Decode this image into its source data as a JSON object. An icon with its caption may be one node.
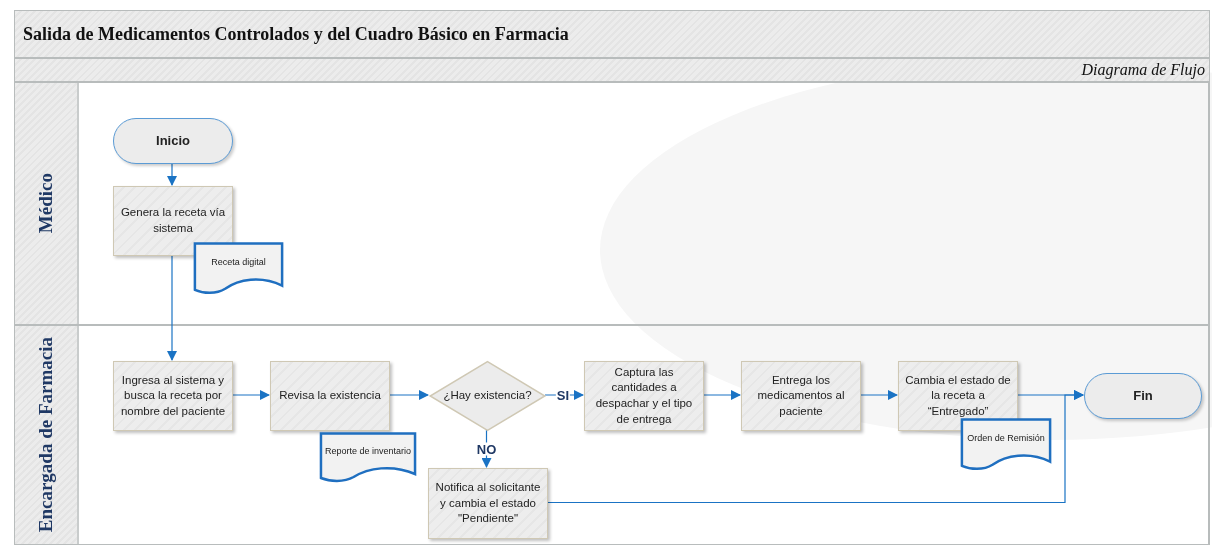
{
  "diagram": {
    "title": "Salida de Medicamentos Controlados y del Cuadro Básico en Farmacia",
    "nodes": [
      {
        "text": [
          "Médico"
        ]
      },
      {
        "text": [
          "Inicio"
        ],
        "in": 0
      },
      {
        "text": [
          "Genera la receta vía sistema"
        ],
        "in": 0
      },
      {
        "text": [
          "Receta digital"
        ],
        "in": 0
      },
      {
        "text": [
          "Encargada de Farmacia"
        ]
      },
      {
        "text": [
          "Ingresa al sistema y busca la receta por nombre del paciente"
        ],
        "in": 4
      },
      {
        "text": [
          "Revisa la existencia"
        ],
        "in": 4
      },
      {
        "text": [
          "Reporte de inventario"
        ],
        "in": 4
      },
      {
        "text": [
          "¿Hay existencia?"
        ],
        "in": 4
      },
      {
        "text": [
          "Captura las cantidades a despachar y el tipo de entrega"
        ],
        "in": 4
      },
      {
        "text": [
          "Entrega los medicamentos al paciente"
        ],
        "in": 4
      },
      {
        "text": [
          "Cambia el estado de la receta a “Entregado”"
        ],
        "in": 4
      },
      {
        "text": [
          "Orden de Remisión"
        ],
        "in": 4
      },
      {
        "text": [
          "Fin"
        ],
        "in": 4
      },
      {
        "text": [
          "Notifica al solicitante y cambia el estado \"Pendiente\""
        ],
        "in": 4
      }
    ],
    "edges": [
      {
        "from": 1,
        "to": 2,
        "arrow": "to"
      },
      {
        "from": 2,
        "to": 5,
        "arrow": "to"
      },
      {
        "from": 5,
        "to": 6,
        "arrow": "to"
      },
      {
        "from": 6,
        "to": 8,
        "arrow": "to"
      },
      {
        "from": 8,
        "to": 9,
        "arrow": "to",
        "label": "SI"
      },
      {
        "from": 8,
        "to": 14,
        "arrow": "to",
        "label": "NO"
      },
      {
        "from": 9,
        "to": 10,
        "arrow": "to"
      },
      {
        "from": 10,
        "to": 11,
        "arrow": "to"
      },
      {
        "from": 11,
        "to": 13,
        "arrow": "to"
      },
      {
        "from": 14,
        "to": 13,
        "arrow": "to"
      }
    ],
    "labels": [
      "Diagrama de Flujo"
    ]
  }
}
